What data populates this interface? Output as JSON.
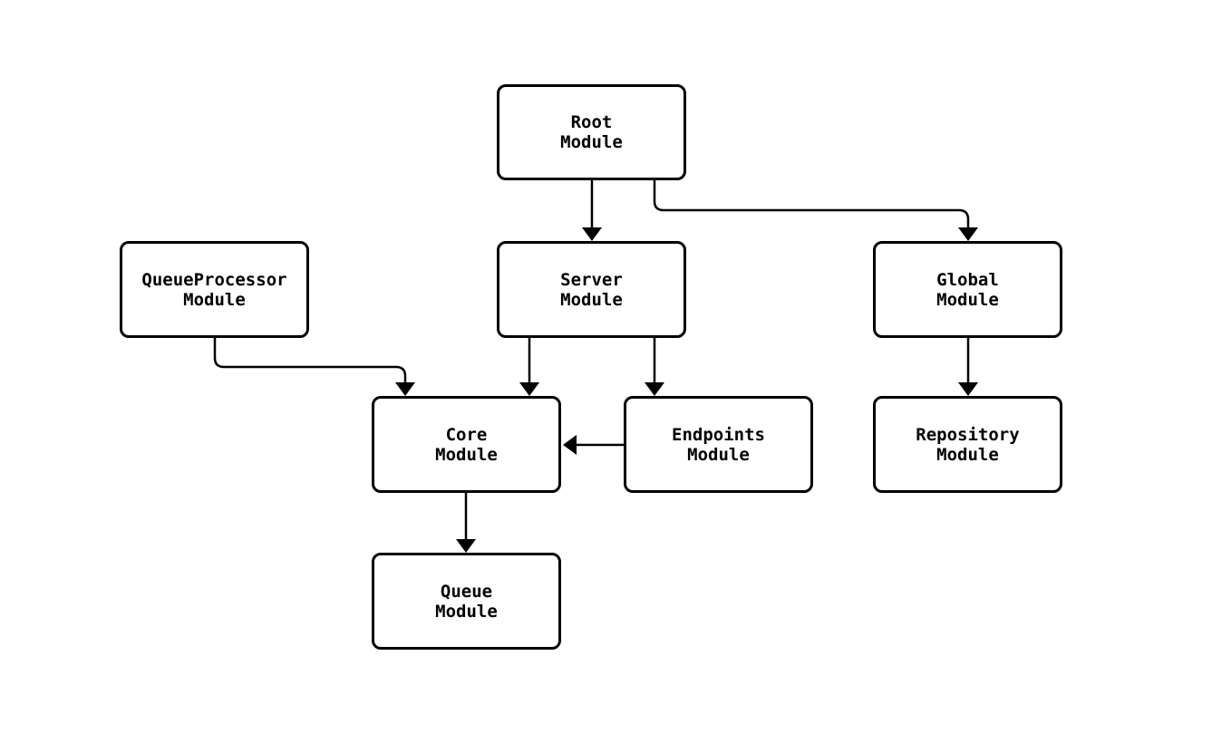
{
  "diagram": {
    "type": "module-dependency-graph",
    "background_color": "#ffffff",
    "node_fill_color": "#ffffff",
    "stroke_color": "#000000",
    "text_color": "#000000",
    "nodes": {
      "root": {
        "label": "Root\nModule"
      },
      "queue_processor": {
        "label": "QueueProcessor\nModule"
      },
      "server": {
        "label": "Server\nModule"
      },
      "global": {
        "label": "Global\nModule"
      },
      "core": {
        "label": "Core\nModule"
      },
      "endpoints": {
        "label": "Endpoints\nModule"
      },
      "repository": {
        "label": "Repository\nModule"
      },
      "queue": {
        "label": "Queue\nModule"
      }
    },
    "edges": [
      {
        "from": "Root Module",
        "to": "Server Module"
      },
      {
        "from": "Root Module",
        "to": "Global Module"
      },
      {
        "from": "QueueProcessor Module",
        "to": "Core Module"
      },
      {
        "from": "Server Module",
        "to": "Core Module"
      },
      {
        "from": "Server Module",
        "to": "Endpoints Module"
      },
      {
        "from": "Endpoints Module",
        "to": "Core Module"
      },
      {
        "from": "Core Module",
        "to": "Queue Module"
      },
      {
        "from": "Global Module",
        "to": "Repository Module"
      }
    ]
  }
}
